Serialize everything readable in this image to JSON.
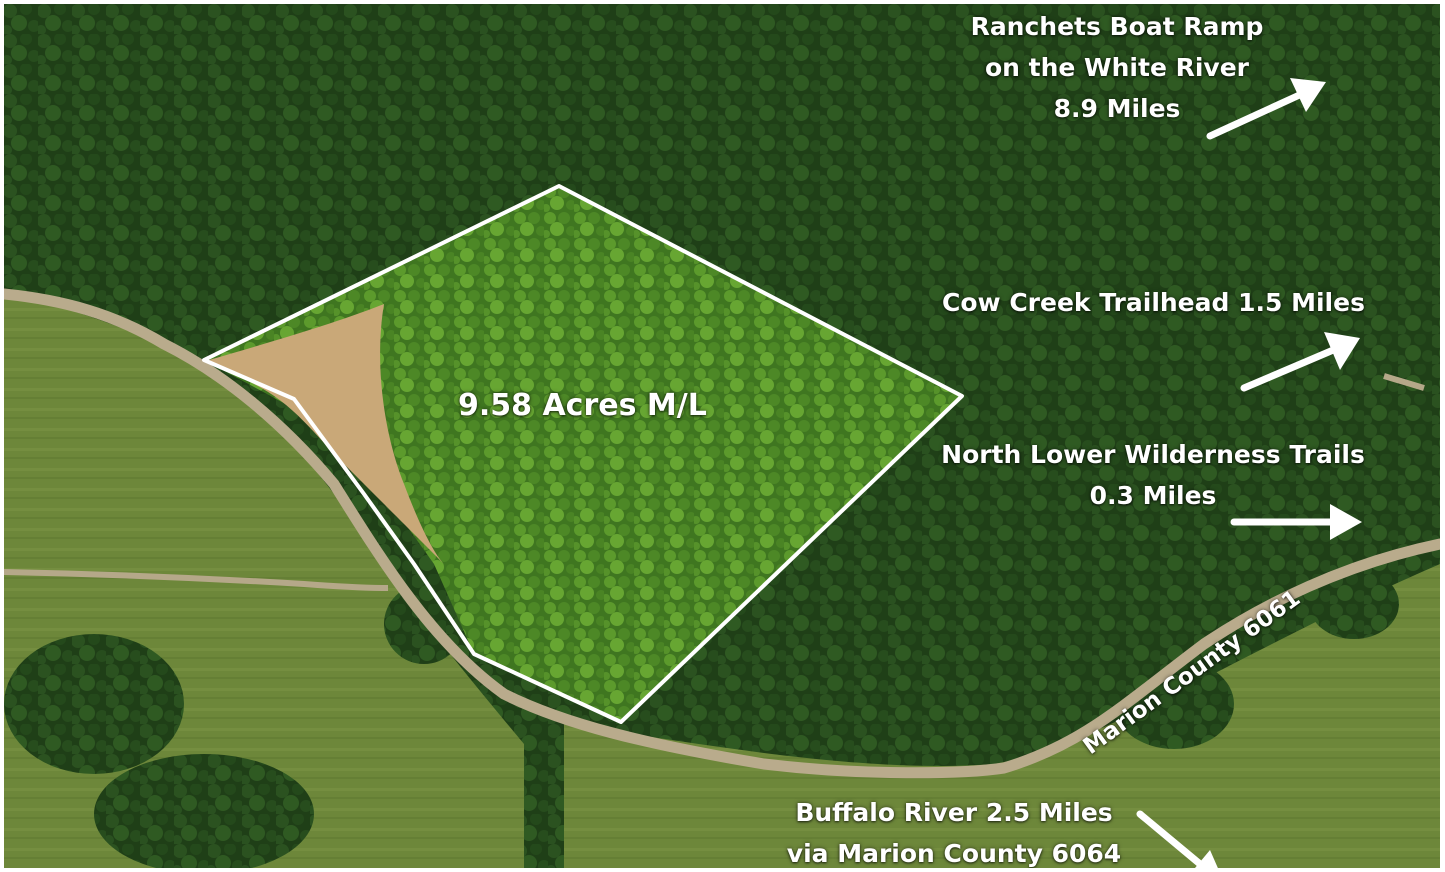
{
  "parcel": {
    "acreage_label": "9.58 Acres M/L"
  },
  "destinations": {
    "ranchets": {
      "line1": "Ranchets Boat Ramp",
      "line2": "on the White River",
      "line3": "8.9 Miles"
    },
    "cow_creek": {
      "line1": "Cow Creek Trailhead 1.5 Miles"
    },
    "wilderness": {
      "line1": "North Lower Wilderness Trails",
      "line2": "0.3 Miles"
    },
    "buffalo": {
      "line1": "Buffalo River 2.5 Miles",
      "line2": "via Marion County 6064"
    }
  },
  "roads": {
    "marion_6061": "Marion County 6061"
  },
  "colors": {
    "forest_dark": "#1f3f17",
    "forest_bright": "#4f8a25",
    "pasture": "#6f8a3c",
    "clearing": "#c9a878",
    "road": "#b9ab8c",
    "boundary": "#ffffff"
  }
}
